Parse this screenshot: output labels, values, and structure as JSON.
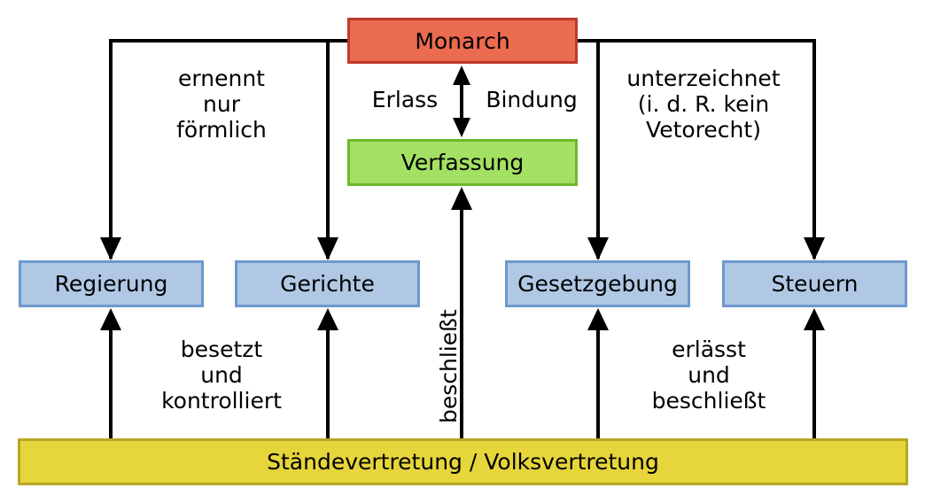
{
  "boxes": {
    "monarch": "Monarch",
    "verfassung": "Verfassung",
    "regierung": "Regierung",
    "gerichte": "Gerichte",
    "gesetzgebung": "Gesetzgebung",
    "steuern": "Steuern",
    "staende": "Ständevertretung / Volksvertretung"
  },
  "labels": {
    "ernennt": [
      "ernennt",
      "nur",
      "förmlich"
    ],
    "erlass": "Erlass",
    "bindung": "Bindung",
    "unterzeichnet": [
      "unterzeichnet",
      "(i. d. R. kein",
      "Vetorecht)"
    ],
    "besetzt": [
      "besetzt",
      "und",
      "kontrolliert"
    ],
    "erlaesst": [
      "erlässt",
      "und",
      "beschließt"
    ],
    "beschliesst": "beschließt"
  },
  "colors": {
    "monarch_fill": "#eb6b50",
    "verfassung_fill": "#a3e063",
    "blue_fill": "#b0c8e4",
    "staende_fill": "#e6d53b",
    "arrow": "#000000"
  }
}
